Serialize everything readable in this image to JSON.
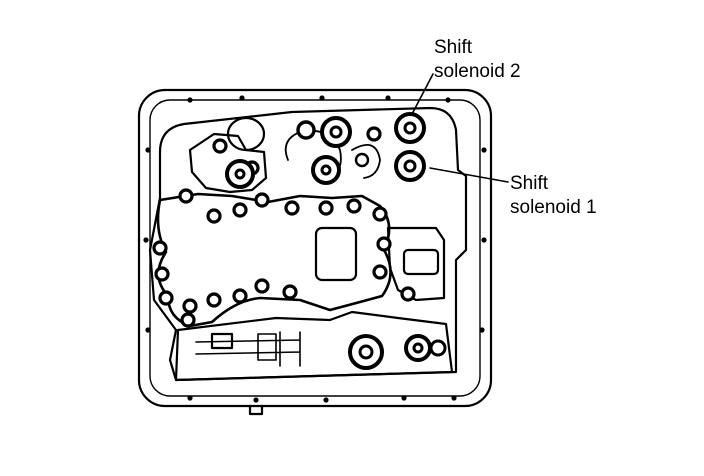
{
  "labels": {
    "shift_solenoid_2": {
      "line1": "Shift",
      "line2": "solenoid 2"
    },
    "shift_solenoid_1": {
      "line1": "Shift",
      "line2": "solenoid 1"
    }
  },
  "colors": {
    "ink": "#000000",
    "paper": "#ffffff"
  }
}
